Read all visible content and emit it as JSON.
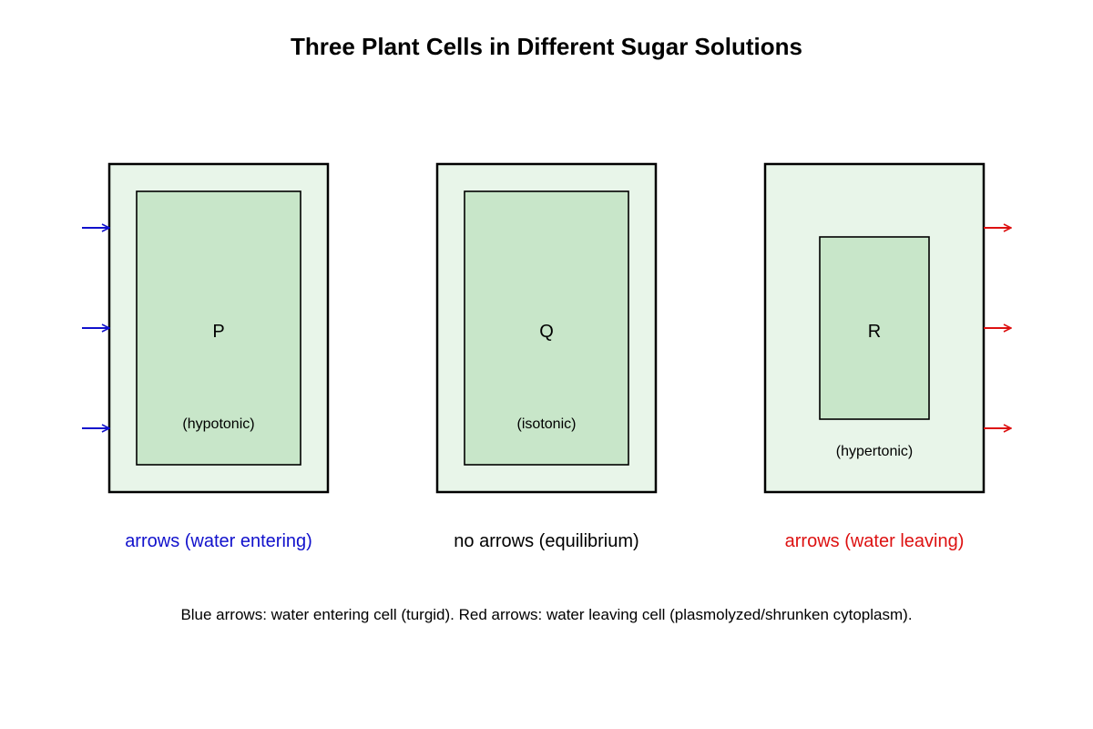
{
  "title": "Three Plant Cells in Different Sugar Solutions",
  "colors": {
    "cell_wall_fill": "#e8f5e9",
    "cytoplasm_fill": "#c8e6c9",
    "outline": "#000000",
    "water_entering": "#1111cc",
    "water_leaving": "#dd1111",
    "neutral_text": "#000000"
  },
  "cells": [
    {
      "label": "P",
      "solution": "(hypotonic)",
      "caption": "arrows (water entering)",
      "water_flow": "entering",
      "arrow_count": 3,
      "cytoplasm_state": "full"
    },
    {
      "label": "Q",
      "solution": "(isotonic)",
      "caption": "no arrows (equilibrium)",
      "water_flow": "none",
      "arrow_count": 0,
      "cytoplasm_state": "full"
    },
    {
      "label": "R",
      "solution": "(hypertonic)",
      "caption": "arrows (water leaving)",
      "water_flow": "leaving",
      "arrow_count": 3,
      "cytoplasm_state": "shrunken"
    }
  ],
  "footnote": "Blue arrows: water entering cell (turgid). Red arrows: water leaving cell (plasmolyzed/shrunken cytoplasm)."
}
